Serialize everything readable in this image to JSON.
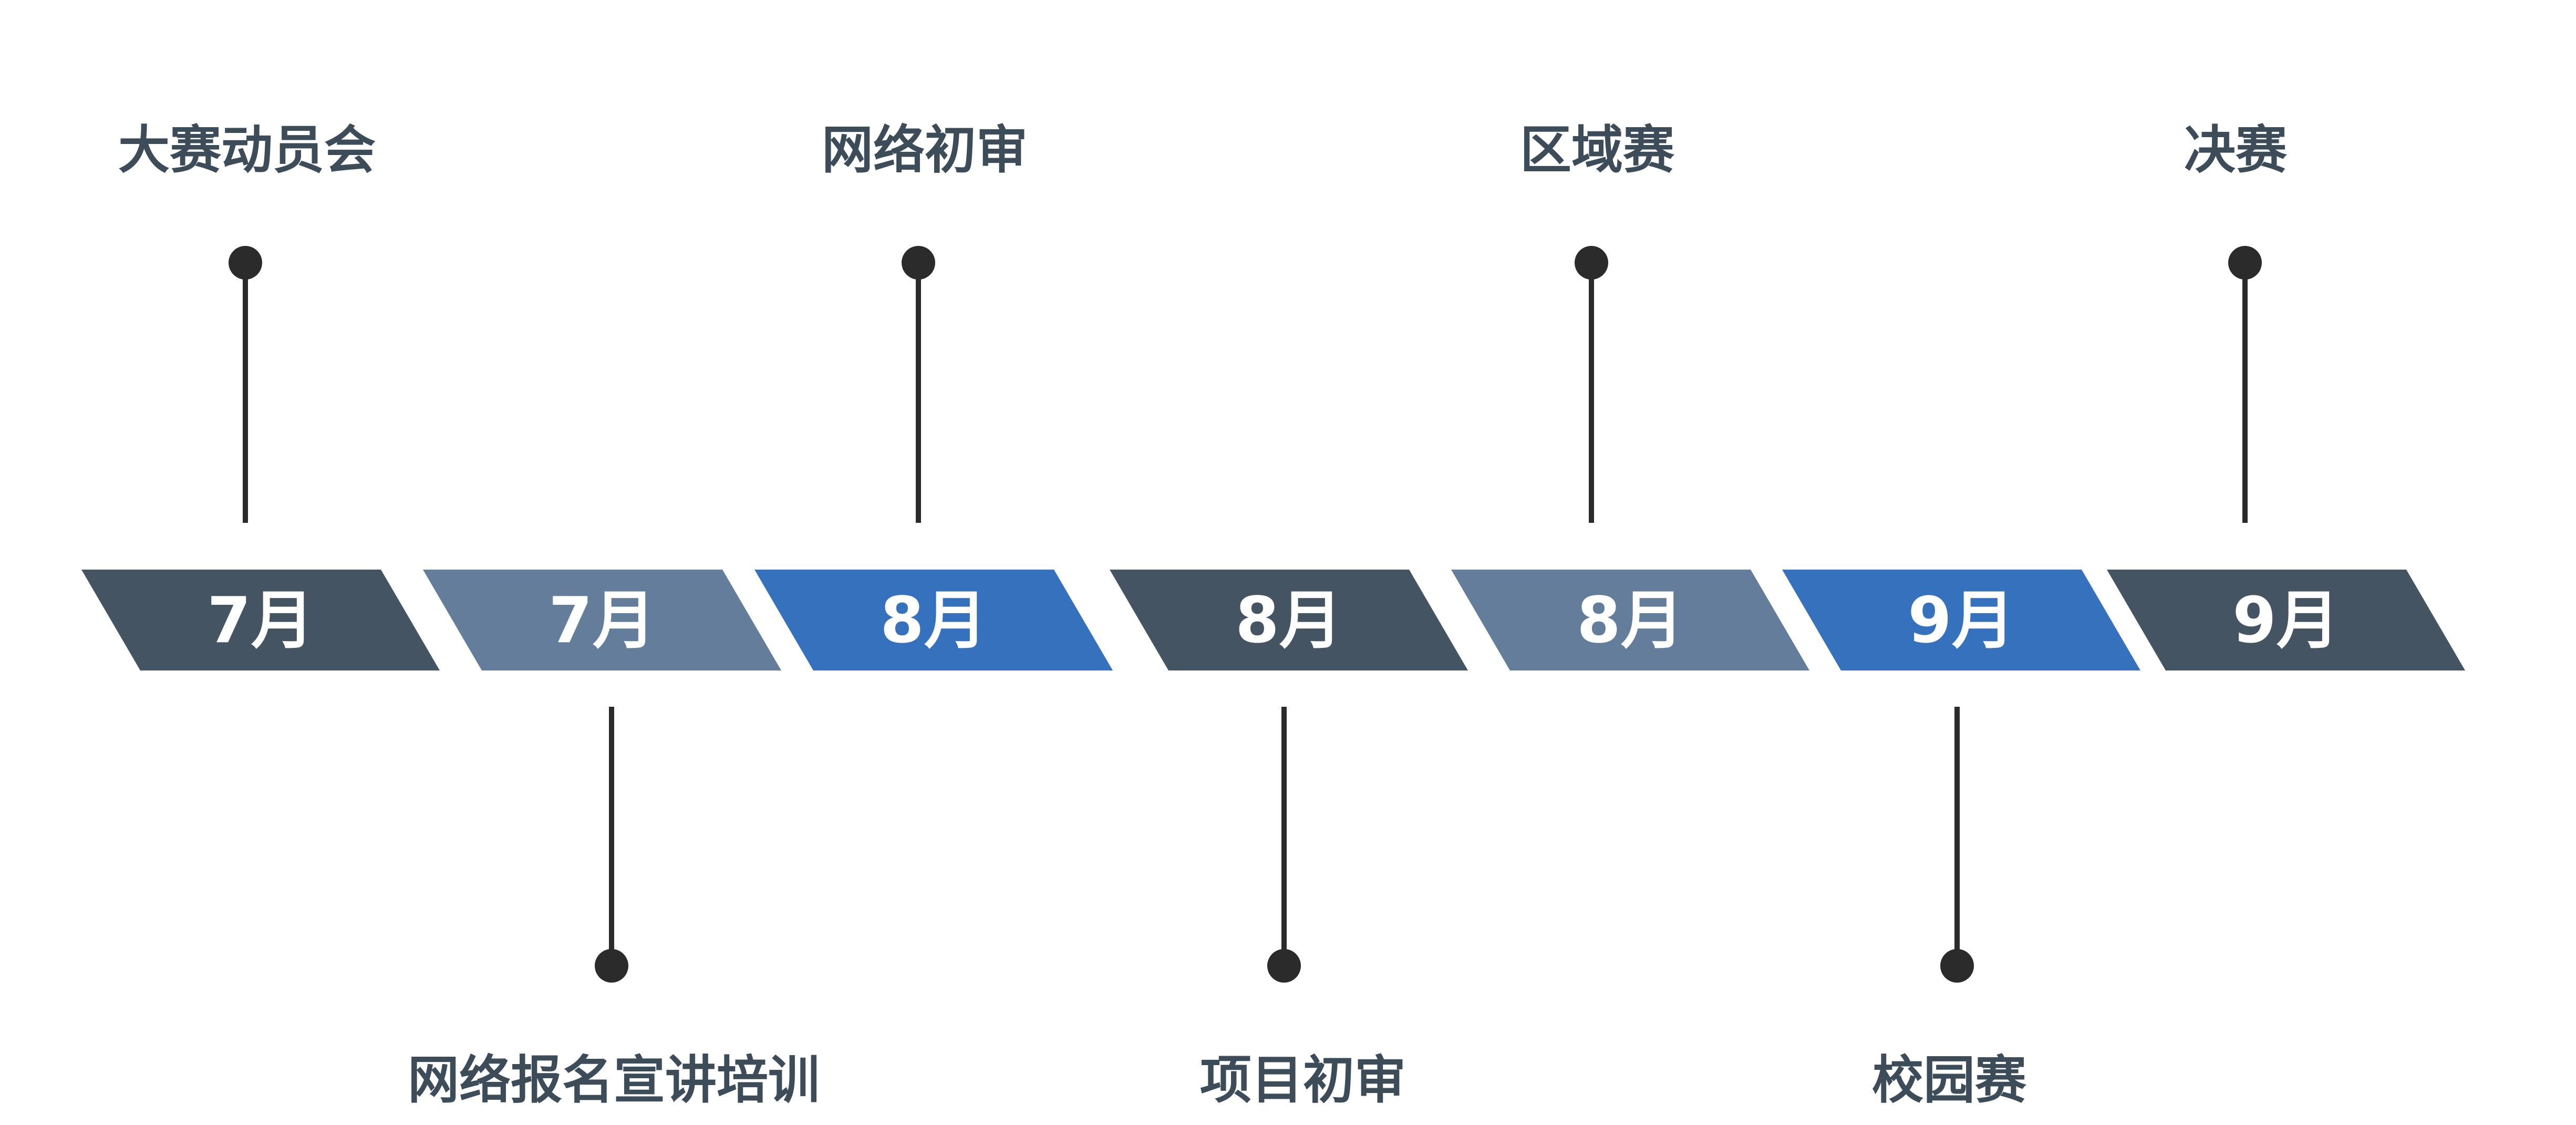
{
  "colors": {
    "dark": "#445462",
    "slate": "#647d9a",
    "blue": "#3571bd",
    "connector": "#2b2b2b",
    "label_text": "#3d4c59",
    "month_text": "#ffffff"
  },
  "segments": [
    {
      "month": "7月",
      "color": "dark"
    },
    {
      "month": "7月",
      "color": "slate"
    },
    {
      "month": "8月",
      "color": "blue"
    },
    {
      "month": "8月",
      "color": "dark"
    },
    {
      "month": "8月",
      "color": "slate"
    },
    {
      "month": "9月",
      "color": "blue"
    },
    {
      "month": "9月",
      "color": "dark"
    }
  ],
  "events": [
    {
      "label": "大赛动员会",
      "segment": 0,
      "side": "top"
    },
    {
      "label": "网络报名宣讲培训",
      "segment": 1,
      "side": "bottom"
    },
    {
      "label": "网络初审",
      "segment": 2,
      "side": "top"
    },
    {
      "label": "项目初审",
      "segment": 3,
      "side": "bottom"
    },
    {
      "label": "区域赛",
      "segment": 4,
      "side": "top"
    },
    {
      "label": "校园赛",
      "segment": 5,
      "side": "bottom"
    },
    {
      "label": "决赛",
      "segment": 6,
      "side": "top"
    }
  ]
}
